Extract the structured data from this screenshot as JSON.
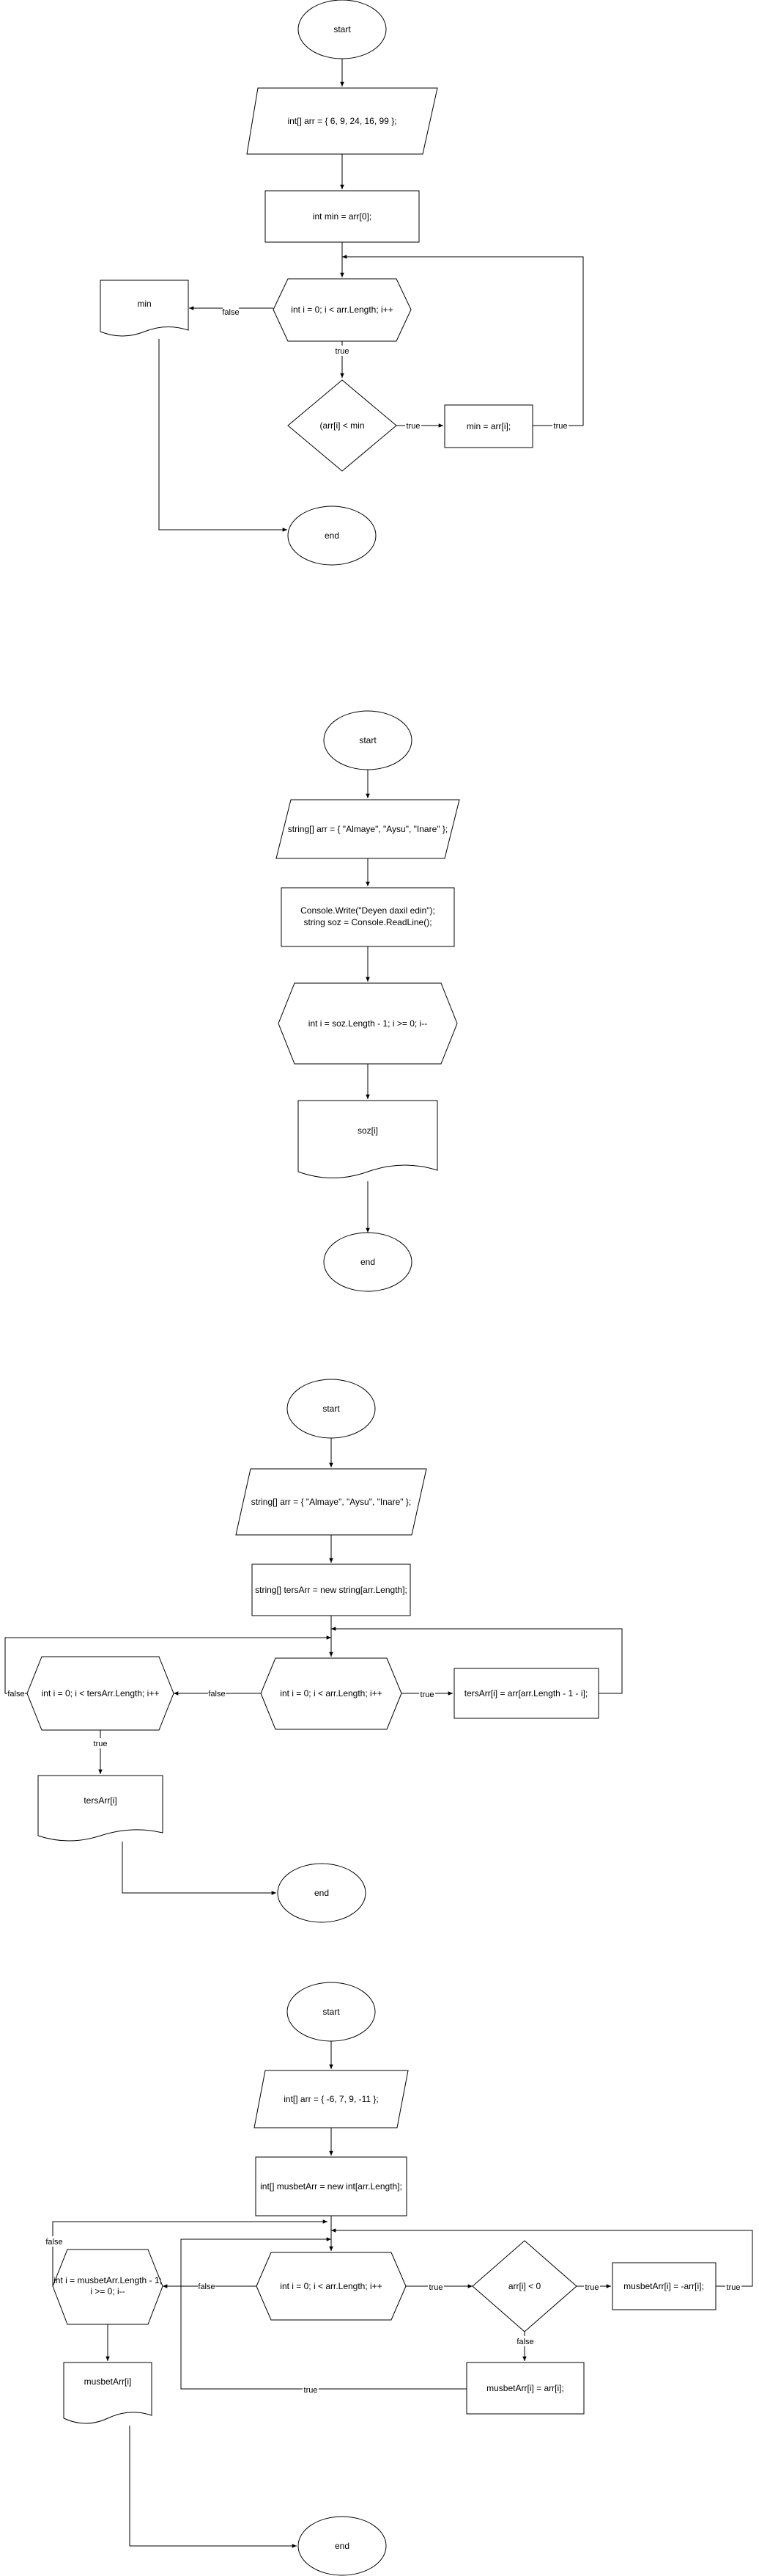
{
  "flowcharts": [
    {
      "start": "start",
      "array": "int[] arr = { 6, 9, 24, 16, 99 };",
      "init": "int min = arr[0];",
      "loop": "int i = 0; i < arr.Length; i++",
      "output": "min",
      "condition": "(arr[i] < min",
      "assign": "min = arr[i];",
      "end": "end",
      "edges": {
        "true1": "true",
        "false1": "false",
        "true2": "true",
        "true3": "true"
      }
    },
    {
      "start": "start",
      "array": "string[] arr = { \"Almaye\", \"Aysu\", \"Inare\" };",
      "input": [
        "Console.Write(\"Deyen daxil edin\");",
        "string soz = Console.ReadLine();"
      ],
      "loop": "int i = soz.Length - 1; i >= 0; i--",
      "output": "soz[i]",
      "end": "end"
    },
    {
      "start": "start",
      "array": "string[] arr = { \"Almaye\", \"Aysu\", \"Inare\" };",
      "init": "string[] tersArr = new string[arr.Length];",
      "loop_outer": "int i = 0; i < arr.Length; i++",
      "assign": "tersArr[i] = arr[arr.Length - 1 - i];",
      "loop_print": "int i = 0; i < tersArr.Length; i++",
      "output": "tersArr[i]",
      "end": "end",
      "edges": {
        "true1": "true",
        "false1": "false",
        "false2": "false",
        "true2": "true"
      }
    },
    {
      "start": "start",
      "array": "int[] arr = { -6, 7, 9, -11 };",
      "init": "int[] musbetArr = new int[arr.Length];",
      "loop_outer": "int i = 0; i < arr.Length; i++",
      "condition": "arr[i] < 0",
      "assign_neg": "musbetArr[i] = -arr[i];",
      "assign_pos": "musbetArr[i] = arr[i];",
      "loop_print": [
        "int i = musbetArr.Length - 1;",
        "i >= 0; i--"
      ],
      "output": "musbetArr[i]",
      "end": "end",
      "edges": {
        "true1": "true",
        "true2": "true",
        "false1": "false",
        "true3": "true",
        "false2": "false",
        "false3": "false",
        "true4": "true"
      }
    }
  ]
}
